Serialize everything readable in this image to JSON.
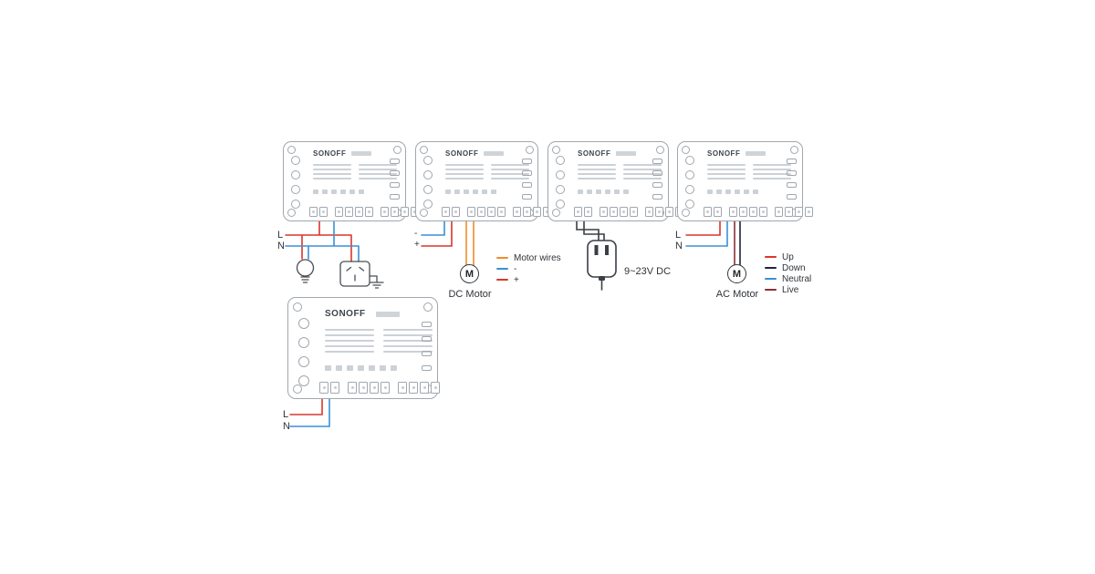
{
  "brand": {
    "logo": "SONOFF"
  },
  "labels": {
    "l": "L",
    "n": "N",
    "minus": "-",
    "plus": "+",
    "m": "M",
    "dc_motor": "DC Motor",
    "ac_motor": "AC Motor",
    "adapter": "9~23V DC"
  },
  "legend_motor": {
    "rows": [
      {
        "label": "Motor wires",
        "color": "#ef8b2c"
      },
      {
        "label": "-",
        "color": "#3a8fd8"
      },
      {
        "label": "+",
        "color": "#d9372c"
      }
    ]
  },
  "legend_ac": {
    "rows": [
      {
        "label": "Up",
        "color": "#d9372c"
      },
      {
        "label": "Down",
        "color": "#20243c"
      },
      {
        "label": "Neutral",
        "color": "#3a8fd8"
      },
      {
        "label": "Live",
        "color": "#8a3038"
      }
    ]
  },
  "colors": {
    "live_wire": "#d9372c",
    "neutral_wire": "#3a8fd8",
    "motor_wire": "#ef8b2c",
    "maroon_wire": "#8a3038",
    "down_wire": "#20243c",
    "dark_wire": "#3a3f45",
    "device_outline": "#a0a7ae"
  }
}
